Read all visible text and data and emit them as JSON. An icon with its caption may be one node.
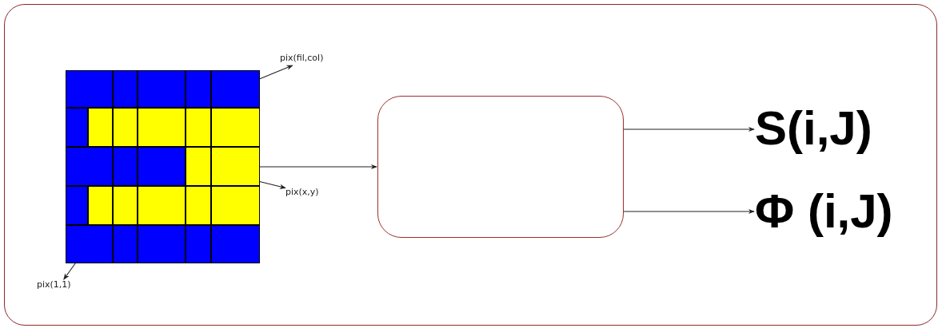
{
  "diagram": {
    "nodes": [
      {
        "text": [],
        "shape": "grid"
      },
      {
        "text": [],
        "shape": "box",
        "in": 0
      },
      {
        "text": [],
        "shape": "box",
        "in": 0
      },
      {
        "text": [],
        "shape": "box",
        "in": 0
      },
      {
        "text": [
          "pix(fil,col)"
        ]
      },
      {
        "text": [
          "pix(x,y)"
        ]
      },
      {
        "text": [
          "pix(1,1)"
        ]
      },
      {
        "text": [],
        "shape": "box"
      },
      {
        "text": [
          "S(i,J)"
        ]
      },
      {
        "text": [
          "Φ (i,J)"
        ]
      }
    ],
    "edges": [
      {
        "from": 1,
        "to": 4,
        "arrow": "to"
      },
      {
        "from": 2,
        "to": 5,
        "arrow": "to"
      },
      {
        "from": 3,
        "to": 6,
        "arrow": "to"
      },
      {
        "from": 0,
        "to": 7,
        "arrow": "to"
      },
      {
        "from": 7,
        "to": 8,
        "arrow": "to"
      },
      {
        "from": 7,
        "to": 9,
        "arrow": "to"
      }
    ]
  }
}
